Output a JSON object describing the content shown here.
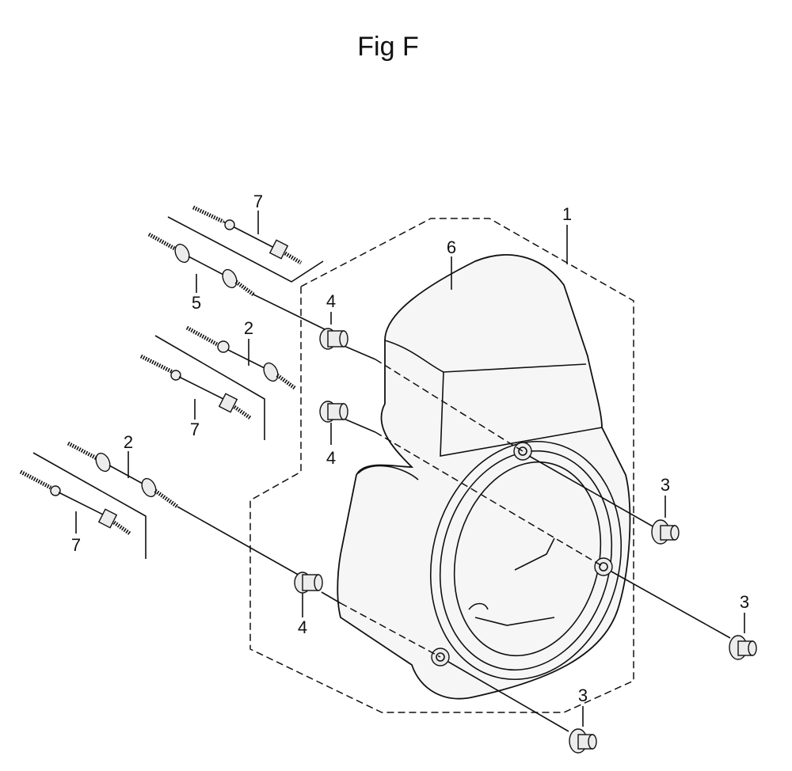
{
  "figure": {
    "title": "Fig F"
  },
  "callouts": [
    {
      "id": "c1",
      "label": "1"
    },
    {
      "id": "c6",
      "label": "6"
    },
    {
      "id": "c7a",
      "label": "7"
    },
    {
      "id": "c5",
      "label": "5"
    },
    {
      "id": "c4a",
      "label": "4"
    },
    {
      "id": "c2a",
      "label": "2"
    },
    {
      "id": "c7b",
      "label": "7"
    },
    {
      "id": "c4b",
      "label": "4"
    },
    {
      "id": "c2b",
      "label": "2"
    },
    {
      "id": "c7c",
      "label": "7"
    },
    {
      "id": "c4c",
      "label": "4"
    },
    {
      "id": "c3a",
      "label": "3"
    },
    {
      "id": "c3b",
      "label": "3"
    },
    {
      "id": "c3c",
      "label": "3"
    }
  ],
  "parts": [
    {
      "id": "1",
      "icon": "fan-cover-shroud-icon"
    },
    {
      "id": "2",
      "icon": "stud-bolt-icon"
    },
    {
      "id": "3",
      "icon": "flange-nut-icon"
    },
    {
      "id": "4",
      "icon": "collar-spacer-icon"
    },
    {
      "id": "5",
      "icon": "stud-bolt-icon"
    },
    {
      "id": "6",
      "icon": "fan-cover-icon"
    },
    {
      "id": "7",
      "icon": "stud-bolt-icon"
    }
  ]
}
